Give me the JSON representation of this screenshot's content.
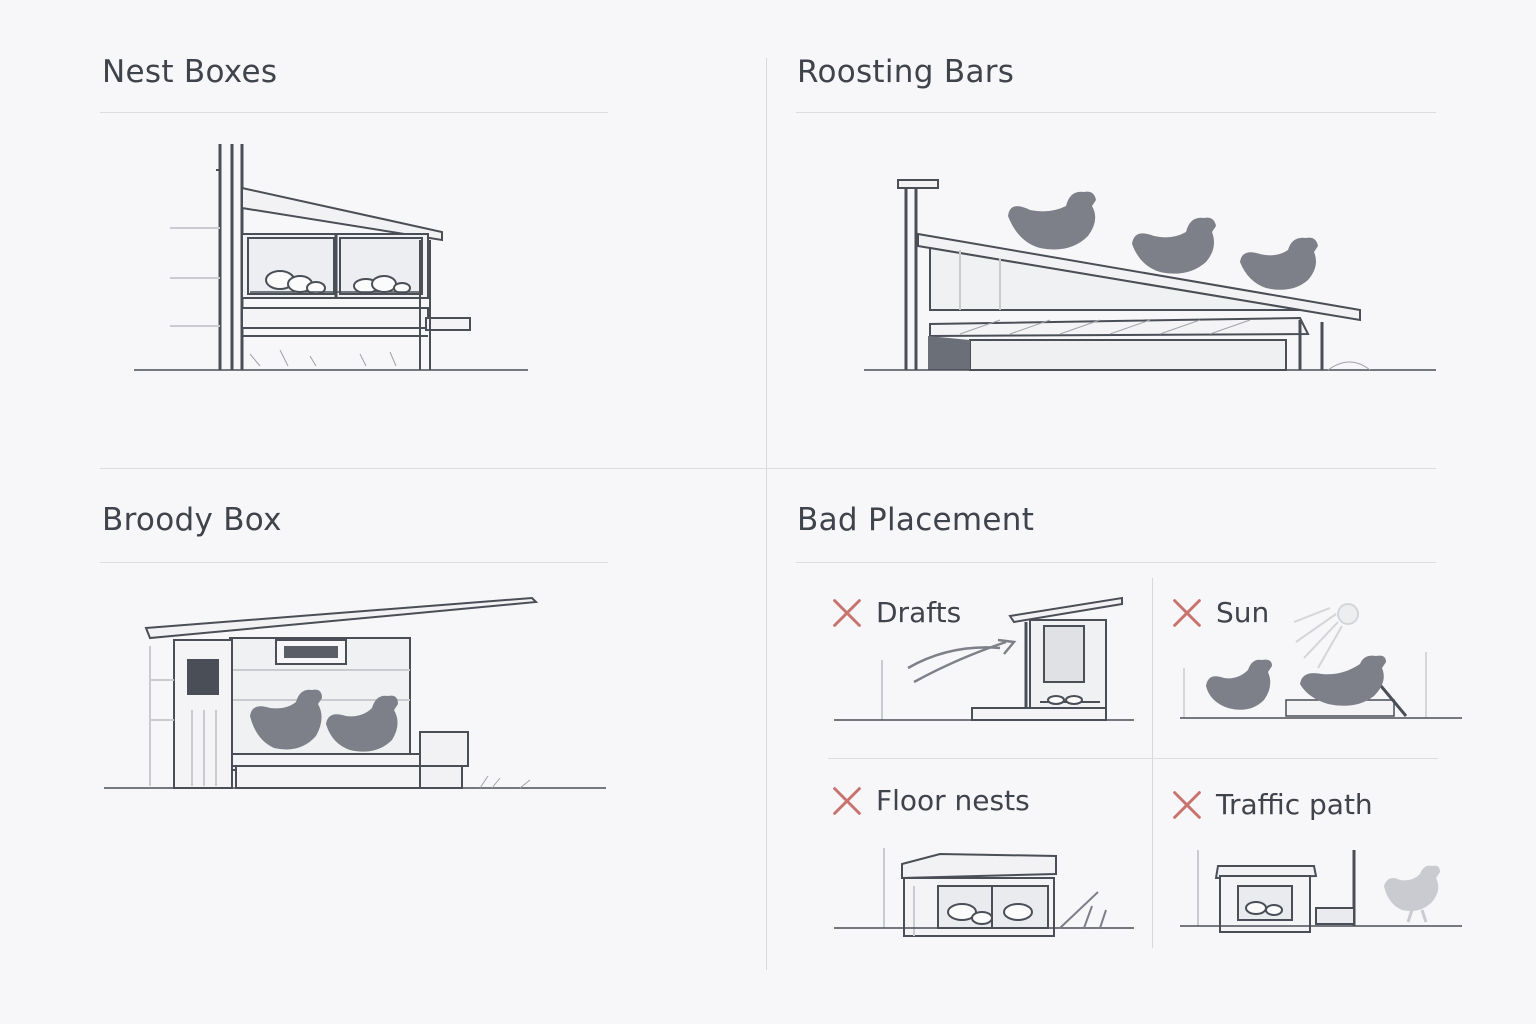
{
  "panels": {
    "nest_boxes": {
      "title": "Nest Boxes"
    },
    "roosting_bars": {
      "title": "Roosting Bars"
    },
    "broody_box": {
      "title": "Broody Box"
    },
    "bad_placement": {
      "title": "Bad Placement",
      "items": [
        {
          "label": "Drafts",
          "icon": "x-icon"
        },
        {
          "label": "Sun",
          "icon": "x-icon"
        },
        {
          "label": "Floor nests",
          "icon": "x-icon"
        },
        {
          "label": "Traffic path",
          "icon": "x-icon"
        }
      ]
    }
  },
  "colors": {
    "background": "#f7f6f8",
    "line": "#4a4e57",
    "hen": "#7d8089",
    "warning": "#c9736f"
  }
}
